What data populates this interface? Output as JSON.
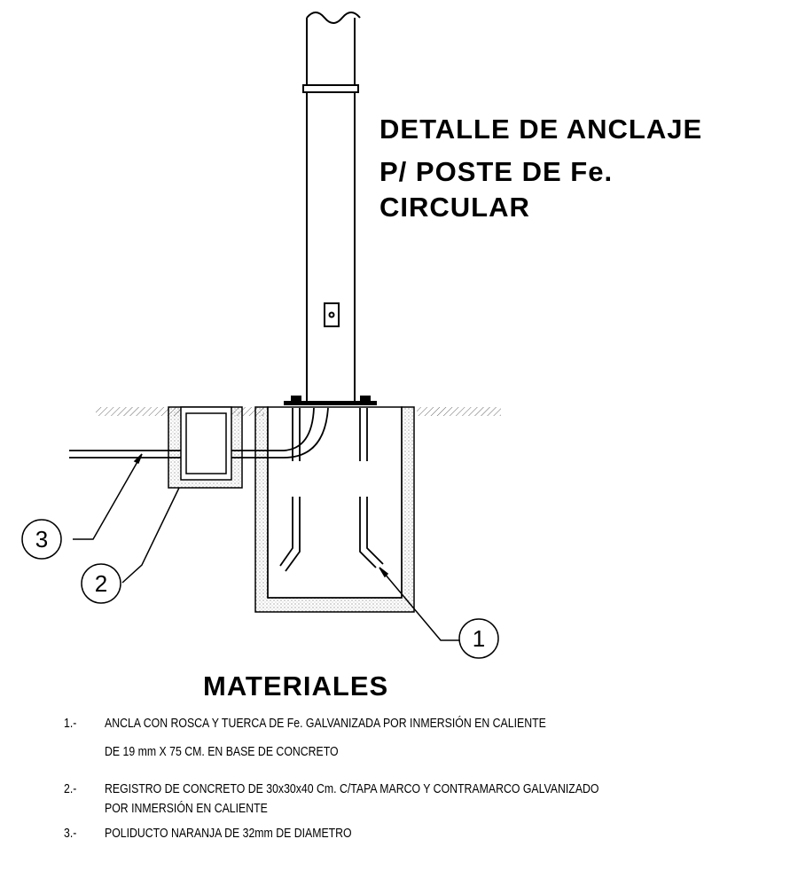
{
  "title": {
    "line1": "DETALLE  DE  ANCLAJE",
    "line2": "P/ POSTE DE Fe.",
    "line3": "CIRCULAR"
  },
  "callouts": {
    "c1": "1",
    "c2": "2",
    "c3": "3"
  },
  "materiales": {
    "heading": "MATERIALES",
    "items": [
      {
        "num": "1.-",
        "line1": "ANCLA CON ROSCA Y TUERCA DE Fe. GALVANIZADA POR INMERSIÓN EN CALIENTE",
        "line2": "DE 19 mm X 75 CM. EN BASE DE CONCRETO"
      },
      {
        "num": "2.-",
        "line1": "REGISTRO DE CONCRETO DE 30x30x40 Cm. C/TAPA MARCO Y CONTRAMARCO GALVANIZADO",
        "line2": "POR INMERSIÓN EN CALIENTE"
      },
      {
        "num": "3.-",
        "line1": "POLIDUCTO NARANJA DE 32mm DE DIAMETRO",
        "line2": ""
      }
    ]
  },
  "colors": {
    "ink": "#000000",
    "hatch": "#555555"
  }
}
